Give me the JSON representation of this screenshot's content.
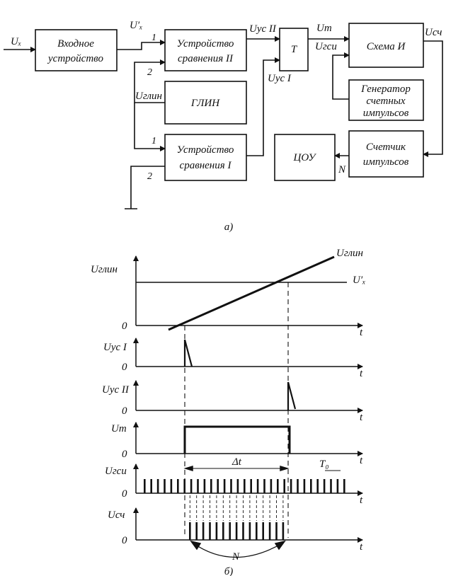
{
  "diagram": {
    "blocks": {
      "input": [
        "Входное",
        "устройство"
      ],
      "cmp2": [
        "Устройство",
        "сравнения II"
      ],
      "trigger": "Т",
      "and": "Схема И",
      "glin": "ГЛИН",
      "gen": [
        "Генератор",
        "счетных",
        "импульсов"
      ],
      "cmp1": [
        "Устройство",
        "сравнения I"
      ],
      "display": "ЦОУ",
      "counter": [
        "Счетчик",
        "импульсов"
      ]
    },
    "signals": {
      "ux": "Uₓ",
      "ux_prime": "U′ₓ",
      "ucs2": "Uус II",
      "ucs1": "Uус I",
      "ut": "Uт",
      "ugsi": "Uгси",
      "usch": "Uсч",
      "uglin": "Uглин",
      "n": "N"
    },
    "port_labels": [
      "1",
      "2",
      "1",
      "2"
    ],
    "caption": "а)"
  },
  "timing": {
    "rows": [
      {
        "label": "Uглин",
        "zero": "0"
      },
      {
        "label": "Uус I",
        "zero": "0"
      },
      {
        "label": "Uус II",
        "zero": "0"
      },
      {
        "label": "Uт",
        "zero": "0"
      },
      {
        "label": "Uгси",
        "zero": "0"
      },
      {
        "label": "Uсч",
        "zero": "0"
      }
    ],
    "axis_label": "t",
    "ramp_label": "Uглин",
    "level_label": "U′ₓ",
    "interval_label": "Δt",
    "period_label": "T₀",
    "count_label": "N",
    "caption": "б)"
  }
}
